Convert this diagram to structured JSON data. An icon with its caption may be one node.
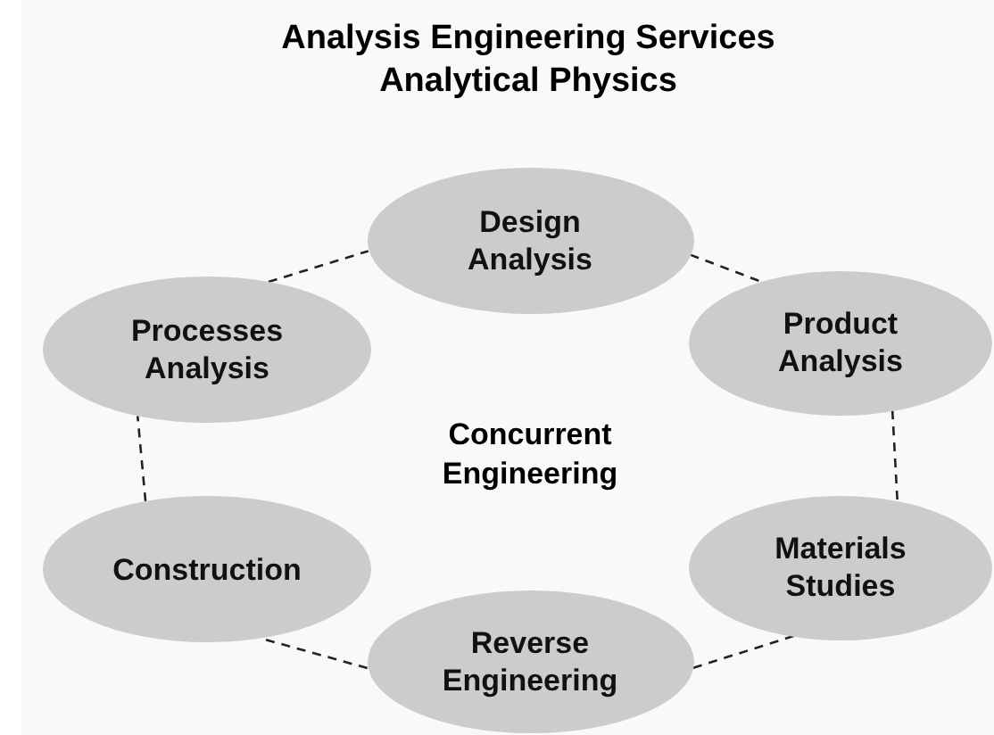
{
  "diagram": {
    "title": "Analysis Engineering Services Analytical Physics",
    "nodes": [
      {
        "text": [
          "Design Analysis"
        ]
      },
      {
        "text": [
          "Product Analysis"
        ]
      },
      {
        "text": [
          "Materials Studies"
        ]
      },
      {
        "text": [
          "Reverse Engineering"
        ]
      },
      {
        "text": [
          "Construction"
        ]
      },
      {
        "text": [
          "Processes Analysis"
        ]
      }
    ],
    "edges": [
      {
        "from": 0,
        "to": 1,
        "arrow": "none",
        "style": "dashed"
      },
      {
        "from": 1,
        "to": 2,
        "arrow": "none",
        "style": "dashed"
      },
      {
        "from": 2,
        "to": 3,
        "arrow": "none",
        "style": "dashed"
      },
      {
        "from": 3,
        "to": 4,
        "arrow": "none",
        "style": "dashed"
      },
      {
        "from": 4,
        "to": 5,
        "arrow": "none",
        "style": "dashed"
      },
      {
        "from": 5,
        "to": 0,
        "arrow": "none",
        "style": "dashed"
      }
    ],
    "labels": [
      "Concurrent Engineering"
    ]
  }
}
